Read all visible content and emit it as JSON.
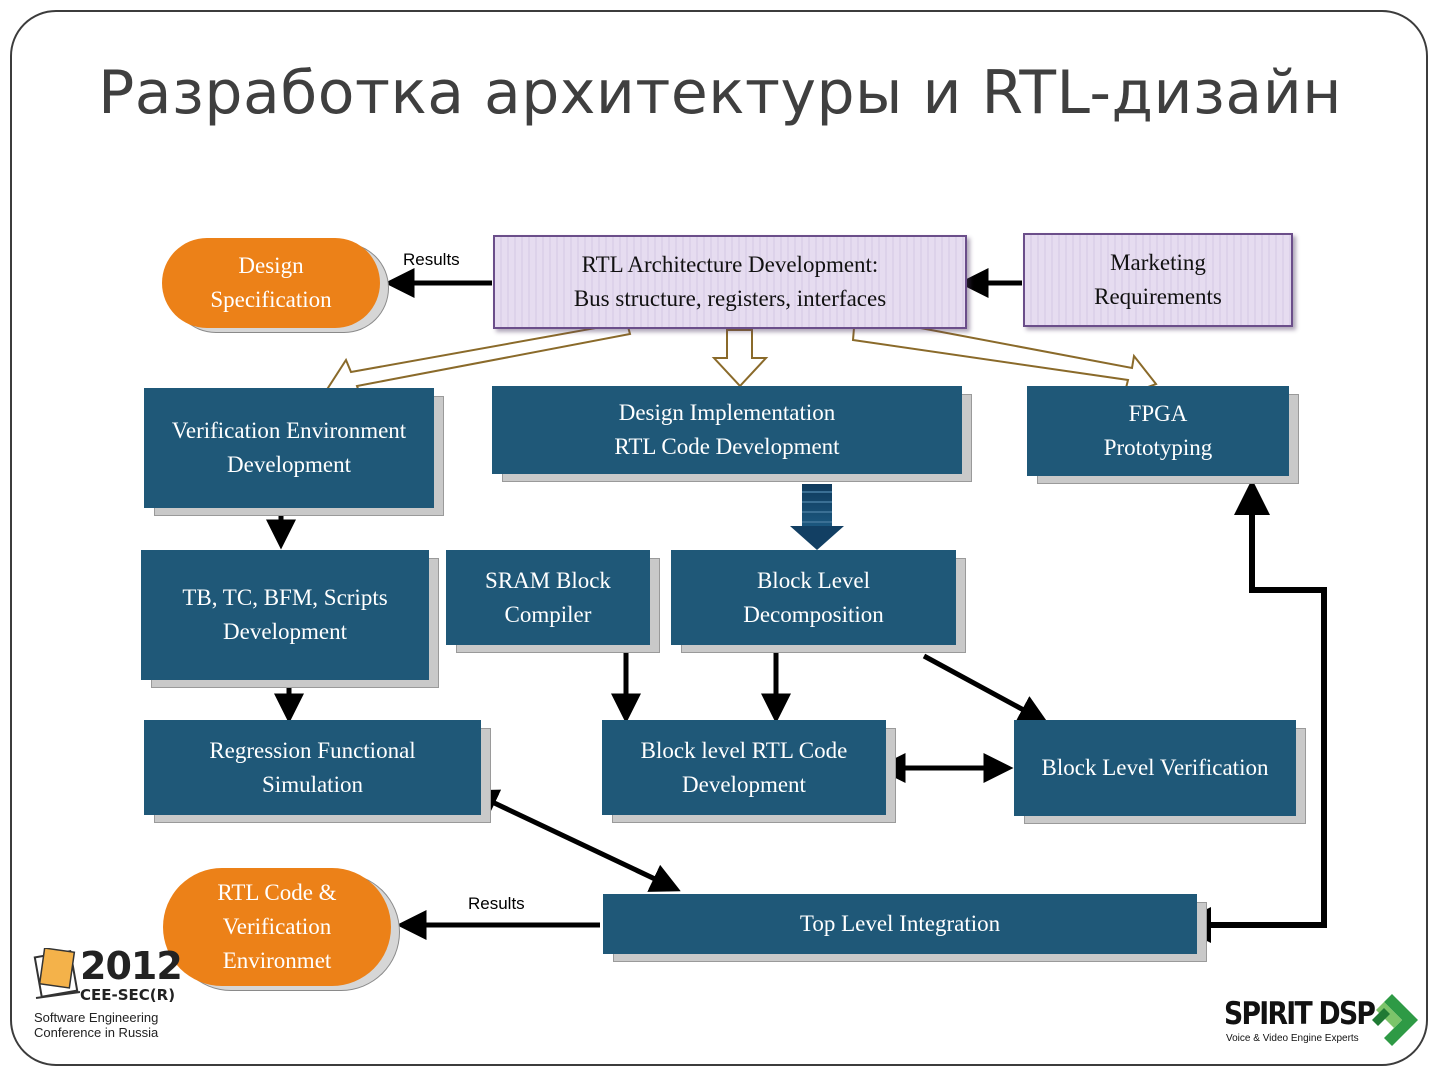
{
  "title": "Разработка архитектуры и RTL-дизайн",
  "boxes": {
    "design_spec": "Design\nSpecification",
    "rtl_arch": "RTL Architecture Development:\nBus structure, registers, interfaces",
    "marketing": "Marketing\nRequirements",
    "verif_env": "Verification Environment\nDevelopment",
    "design_impl": "Design Implementation\nRTL Code Development",
    "fpga": "FPGA\nPrototyping",
    "tb_tc": "TB, TC, BFM, Scripts\nDevelopment",
    "sram": "SRAM Block\nCompiler",
    "block_decomp": "Block Level\nDecomposition",
    "regression": "Regression Functional\nSimulation",
    "block_rtl": "Block level RTL Code\nDevelopment",
    "block_verif": "Block Level Verification",
    "rtl_verif_env": "RTL Code &\nVerification\nEnvironmet",
    "top_level": "Top Level Integration"
  },
  "labels": {
    "results_top": "Results",
    "results_bottom": "Results"
  },
  "logos": {
    "conference_year": "2012",
    "conference_name": "CEE-SEC(R)",
    "conference_full": "Software Engineering\nConference in Russia",
    "company": "SPIRIT DSP",
    "company_tagline": "Voice & Video Engine Experts"
  },
  "colors": {
    "box_blue": "#1f5878",
    "pill_orange": "#ec8118",
    "lavender": "#e6dcf0",
    "logo_green": "#2e9a45"
  }
}
